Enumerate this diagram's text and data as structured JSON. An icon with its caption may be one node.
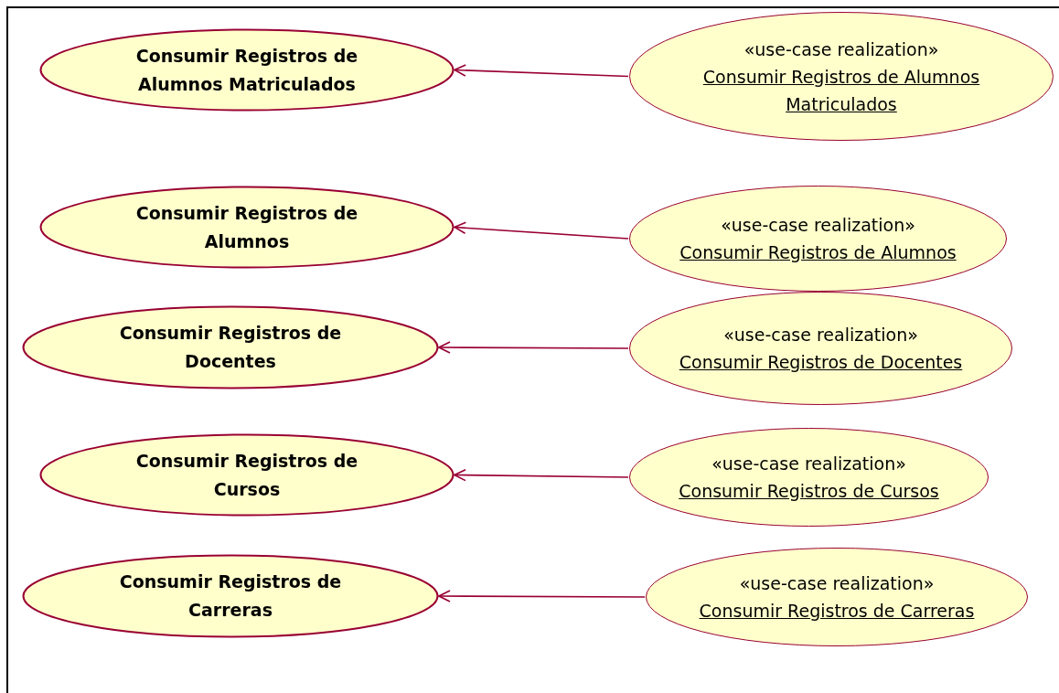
{
  "diagram": {
    "nodes": [
      {
        "text": [
          "Consumir Registros de Alumnos Matriculados"
        ]
      },
      {
        "text": [
          "«use-case realization»",
          "Consumir Registros de Alumnos Matriculados"
        ]
      },
      {
        "text": [
          "Consumir Registros de Alumnos"
        ]
      },
      {
        "text": [
          "«use-case realization»",
          "Consumir Registros de Alumnos"
        ]
      },
      {
        "text": [
          "Consumir Registros de Docentes"
        ]
      },
      {
        "text": [
          "«use-case realization»",
          "Consumir Registros de Docentes"
        ]
      },
      {
        "text": [
          "Consumir Registros de Cursos"
        ]
      },
      {
        "text": [
          "«use-case realization»",
          "Consumir Registros de Cursos"
        ]
      },
      {
        "text": [
          "Consumir Registros de Carreras"
        ]
      },
      {
        "text": [
          "«use-case realization»",
          "Consumir Registros de Carreras"
        ]
      }
    ],
    "edges": [
      {
        "from": 1,
        "to": 0,
        "arrow": "to"
      },
      {
        "from": 3,
        "to": 2,
        "arrow": "to"
      },
      {
        "from": 5,
        "to": 4,
        "arrow": "to"
      },
      {
        "from": 7,
        "to": 6,
        "arrow": "to"
      },
      {
        "from": 9,
        "to": 8,
        "arrow": "to"
      }
    ]
  }
}
